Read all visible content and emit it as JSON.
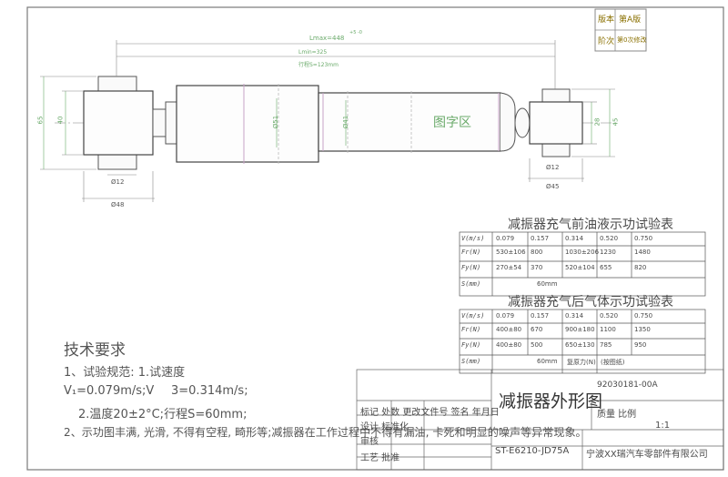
{
  "revision_box": {
    "version_label": "版本",
    "version_value": "第A版",
    "status_label": "阶次",
    "status_value": "第0次修改"
  },
  "dimensions": {
    "lmax": "Lmax=448",
    "lmax_tol": "+5 -0",
    "lmin": "Lmin=325",
    "stroke": "行程S=123mm",
    "d65": "65",
    "d40": "40",
    "d12_left": "Ø12",
    "d48": "Ø48",
    "d51": "Ø51",
    "d41": "Ø41",
    "d12_right": "Ø12",
    "d45_dia": "Ø45",
    "d28": "28",
    "d45": "45"
  },
  "body_stamp": "图字区",
  "table1": {
    "title": "减振器充气前油液示功试验表",
    "rows": [
      {
        "label": "V(m/s)",
        "cells": [
          "0.079",
          "0.157",
          "0.314",
          "0.520",
          "0.750"
        ]
      },
      {
        "label": "Fr(N)",
        "cells": [
          "530±106",
          "800",
          "1030±206",
          "1230",
          "1480"
        ]
      },
      {
        "label": "Fy(N)",
        "cells": [
          "270±54",
          "370",
          "520±104",
          "655",
          "820"
        ]
      },
      {
        "label": "S(mm)",
        "cells": [
          "60mm"
        ]
      }
    ]
  },
  "table2": {
    "title": "减振器充气后气体示功试验表",
    "rows": [
      {
        "label": "V(m/s)",
        "cells": [
          "0.079",
          "0.157",
          "0.314",
          "0.520",
          "0.750"
        ]
      },
      {
        "label": "Fr(N)",
        "cells": [
          "400±80",
          "670",
          "900±180",
          "1100",
          "1350"
        ]
      },
      {
        "label": "Fy(N)",
        "cells": [
          "400±80",
          "500",
          "650±130",
          "785",
          "950"
        ]
      },
      {
        "label": "S(mm)",
        "cells": [
          "60mm",
          "复原力(N)",
          "(按图纸)"
        ]
      }
    ]
  },
  "tech": {
    "title": "技术要求",
    "line1": "1、试验规范: 1.试速度",
    "line2a": "V₁=0.079m/s;V",
    "line2b": "3=0.314m/s;",
    "line3": "2.温度20±2°C;行程S=60mm;",
    "line4": "2、示功图丰满, 光滑, 不得有空程, 畸形等;减振器在工作过程中不得有漏油, 卡死和明显的噪声等异常现象。"
  },
  "title_block": {
    "drawing_no": "92030181-00A",
    "title": "减振器外形图",
    "row1": "标记 处数 更改文件号 签名 年月日",
    "row2": "设计 标准化",
    "row3": "审核",
    "row4": "工艺 批准",
    "scale_label": "质量 比例",
    "scale_value": "1:1",
    "part_no": "ST-E6210-JD75A",
    "company": "宁波XX瑞汽车零部件有限公司"
  }
}
